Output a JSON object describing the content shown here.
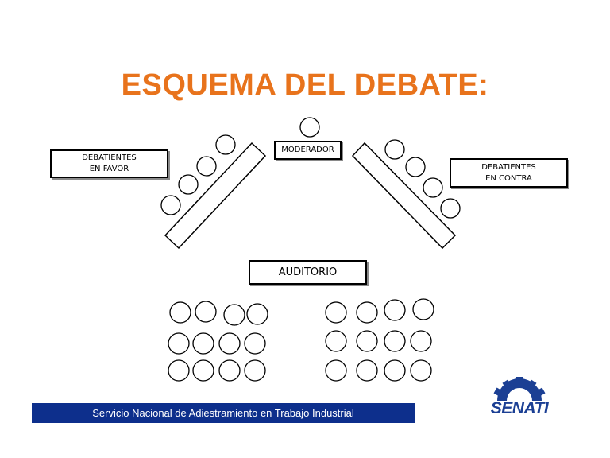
{
  "title": "ESQUEMA DEL DEBATE:",
  "labels": {
    "favor": "DEBATIENTES\nEN FAVOR",
    "moderador": "MODERADOR",
    "contra": "DEBATIENTES\nEN CONTRA",
    "auditorio": "AUDITORIO"
  },
  "footer": {
    "text": "Servicio Nacional de Adiestramiento en Trabajo Industrial"
  },
  "logo": {
    "text": "SENATI"
  },
  "colors": {
    "title": "#E8731C",
    "footer_bg": "#0D2F8C",
    "logo": "#1B3F94",
    "outline": "#000000"
  }
}
